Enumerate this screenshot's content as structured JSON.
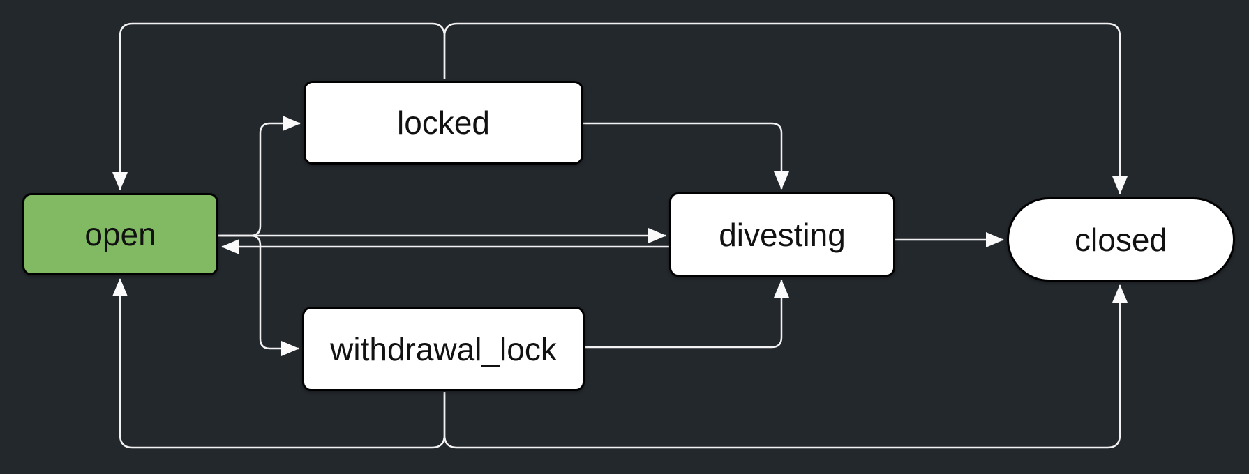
{
  "diagram": {
    "type": "state-machine",
    "colors": {
      "background": "#23282d",
      "edge": "#f2f2f2",
      "node_fill": "#ffffff",
      "node_border": "#010101",
      "active_state_fill": "#81ba63",
      "text": "#111111"
    },
    "nodes": [
      {
        "id": "open",
        "label": "open",
        "shape": "rounded-rect",
        "fill": "#81ba63"
      },
      {
        "id": "locked",
        "label": "locked",
        "shape": "rounded-rect",
        "fill": "#ffffff"
      },
      {
        "id": "withdrawal_lock",
        "label": "withdrawal_lock",
        "shape": "rounded-rect",
        "fill": "#ffffff"
      },
      {
        "id": "divesting",
        "label": "divesting",
        "shape": "rounded-rect",
        "fill": "#ffffff"
      },
      {
        "id": "closed",
        "label": "closed",
        "shape": "stadium",
        "fill": "#ffffff"
      }
    ],
    "edges": [
      {
        "from": "locked",
        "to": "open"
      },
      {
        "from": "locked",
        "to": "closed"
      },
      {
        "from": "locked",
        "to": "divesting"
      },
      {
        "from": "open",
        "to": "locked"
      },
      {
        "from": "open",
        "to": "withdrawal_lock"
      },
      {
        "from": "open",
        "to": "divesting"
      },
      {
        "from": "divesting",
        "to": "open"
      },
      {
        "from": "divesting",
        "to": "closed"
      },
      {
        "from": "withdrawal_lock",
        "to": "divesting"
      },
      {
        "from": "withdrawal_lock",
        "to": "open"
      },
      {
        "from": "withdrawal_lock",
        "to": "closed"
      }
    ]
  }
}
